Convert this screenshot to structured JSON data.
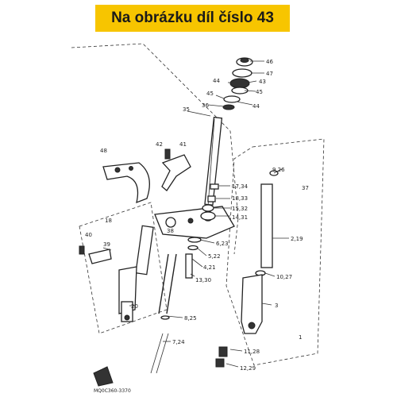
{
  "banner": {
    "text": "Na obrázku díl číslo 43"
  },
  "diagram": {
    "code": "MQ0C360-3370",
    "callouts": [
      "46",
      "47",
      "43",
      "44",
      "45",
      "45",
      "44",
      "36",
      "35",
      "42",
      "41",
      "48",
      "17,34",
      "18,33",
      "15,32",
      "14,31",
      "38",
      "6,23",
      "5,22",
      "4,21",
      "13,30",
      "18",
      "40",
      "39",
      "20",
      "8,25",
      "7,24",
      "9,26",
      "37",
      "2,19",
      "10,27",
      "3",
      "11,28",
      "12,29",
      "1"
    ]
  },
  "colors": {
    "banner_bg": "#f7c500",
    "ink": "#222222"
  }
}
